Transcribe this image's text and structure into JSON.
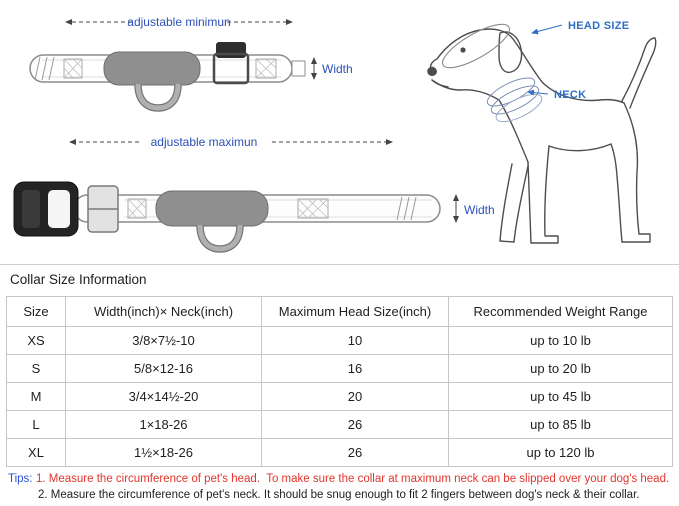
{
  "diagram": {
    "adjustable_min_label": "adjustable minimun",
    "adjustable_max_label": "adjustable maximun",
    "width_label_top": "Width",
    "width_label_bottom": "Width",
    "head_size_label": "HEAD SIZE",
    "neck_label": "NECK"
  },
  "size_info": {
    "title": "Collar Size Information",
    "headers": [
      "Size",
      "Width(inch)× Neck(inch)",
      "Maximum Head Size(inch)",
      "Recommended Weight Range"
    ],
    "rows": [
      [
        "XS",
        "3/8×7½-10",
        "10",
        "up to 10 lb"
      ],
      [
        "S",
        "5/8×12-16",
        "16",
        "up to 20 lb"
      ],
      [
        "M",
        "3/4×14½-20",
        "20",
        "up to 45 lb"
      ],
      [
        "L",
        "1×18-26",
        "26",
        "up to 85 lb"
      ],
      [
        "XL",
        "1½×18-26",
        "26",
        "up to 120 lb"
      ]
    ]
  },
  "tips": {
    "label": "Tips:",
    "tip1": "1. Measure the circumference of pet's head.  To make sure the collar at maximum neck can be slipped over your dog's head.",
    "tip2": "2. Measure the circumference of pet's neck. It should be snug enough to fit 2 fingers between dog's neck & their collar."
  },
  "colors": {
    "diagram_label_blue": "#2b50b8",
    "anatomy_label_blue": "#2e6fc4",
    "tips_label_blue": "#2b50d8",
    "tip_red": "#e2362c",
    "text_dark": "#222222",
    "table_border": "#c6c6c6"
  }
}
